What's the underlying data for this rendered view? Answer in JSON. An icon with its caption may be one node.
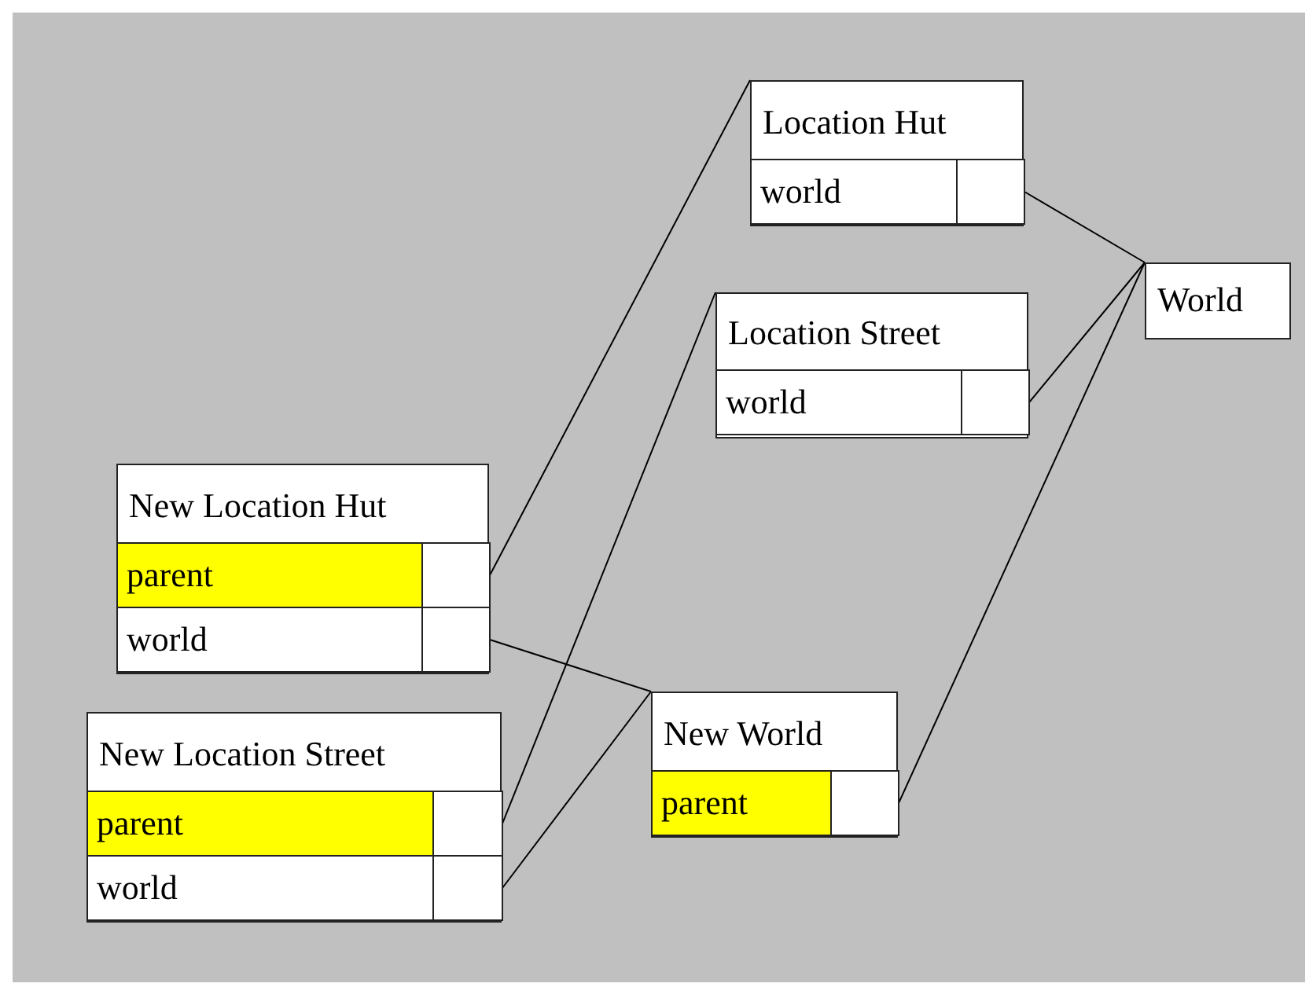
{
  "diagram": {
    "nodes": [
      {
        "text": [
          "Location Hut"
        ]
      },
      {
        "text": [
          "world"
        ],
        "in": 0
      },
      {
        "text": [
          "Location Street"
        ]
      },
      {
        "text": [
          "world"
        ],
        "in": 2
      },
      {
        "text": [
          "World"
        ]
      },
      {
        "text": [
          "New Location Hut"
        ]
      },
      {
        "text": [
          "parent"
        ],
        "in": 5
      },
      {
        "text": [
          "world"
        ],
        "in": 5
      },
      {
        "text": [
          "New Location Street"
        ]
      },
      {
        "text": [
          "parent"
        ],
        "in": 8
      },
      {
        "text": [
          "world"
        ],
        "in": 8
      },
      {
        "text": [
          "New World"
        ]
      },
      {
        "text": [
          "parent"
        ],
        "in": 11
      }
    ],
    "edges": [
      {
        "from": 1,
        "to": 4,
        "arrow": "none"
      },
      {
        "from": 3,
        "to": 4,
        "arrow": "none"
      },
      {
        "from": 6,
        "to": 0,
        "arrow": "none"
      },
      {
        "from": 7,
        "to": 11,
        "arrow": "none"
      },
      {
        "from": 9,
        "to": 2,
        "arrow": "none"
      },
      {
        "from": 10,
        "to": 11,
        "arrow": "none"
      },
      {
        "from": 12,
        "to": 4,
        "arrow": "none"
      }
    ]
  }
}
